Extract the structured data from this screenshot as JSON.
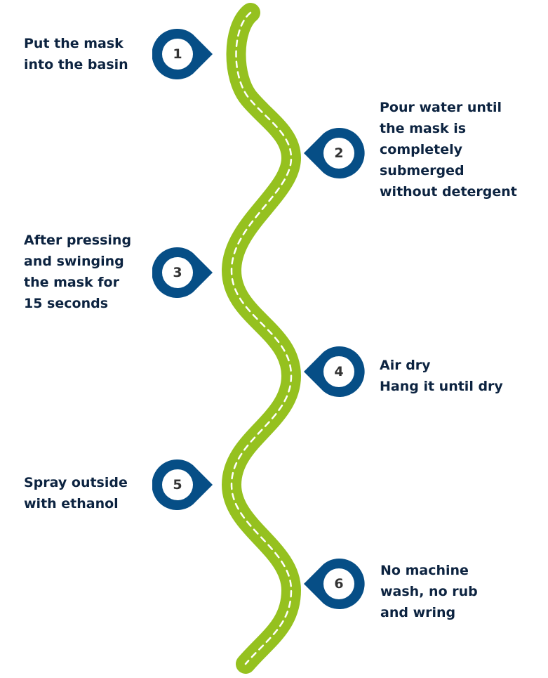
{
  "colors": {
    "road": "#95c11f",
    "marker": "#064e86",
    "text": "#0c2340",
    "number": "#333333",
    "dash": "#ffffff"
  },
  "steps": [
    {
      "number": "1",
      "side": "left",
      "text": "Put the mask\ninto the basin"
    },
    {
      "number": "2",
      "side": "right",
      "text": "Pour water until\nthe mask is\ncompletely\nsubmerged\nwithout detergent"
    },
    {
      "number": "3",
      "side": "left",
      "text": "After pressing\nand swinging\nthe mask for\n15 seconds"
    },
    {
      "number": "4",
      "side": "right",
      "text": "Air dry\nHang it until dry"
    },
    {
      "number": "5",
      "side": "left",
      "text": "Spray outside\nwith ethanol"
    },
    {
      "number": "6",
      "side": "right",
      "text": "No machine\nwash, no rub\nand wring"
    }
  ]
}
